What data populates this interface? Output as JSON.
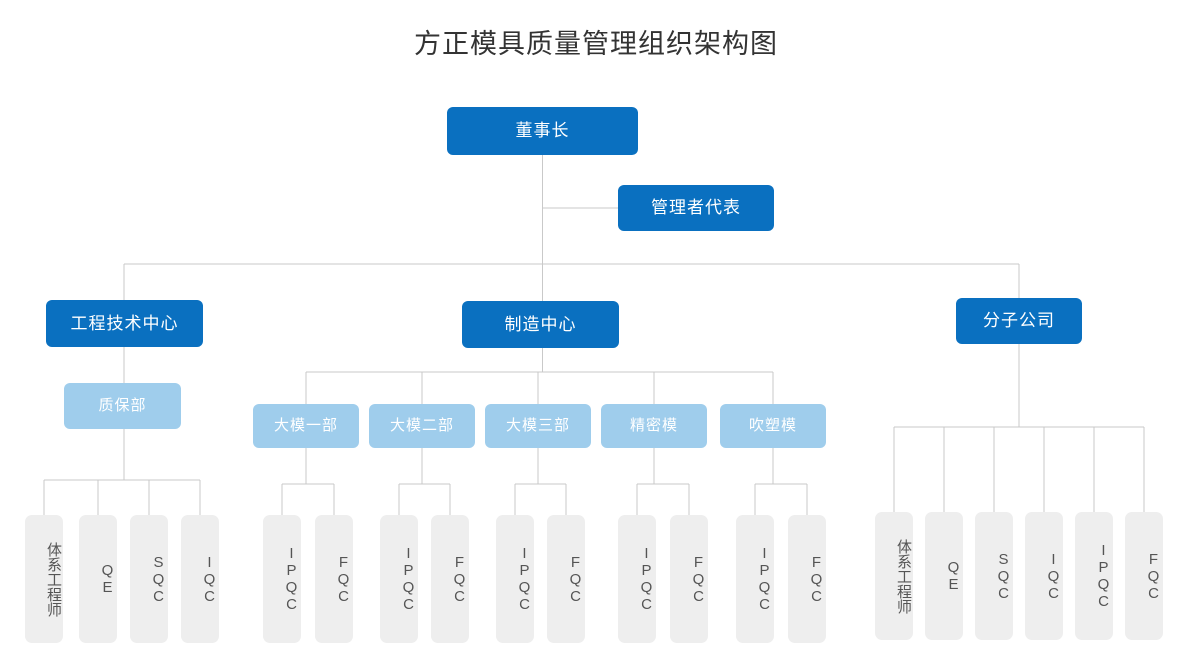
{
  "title": "方正模具质量管理组织架构图",
  "colors": {
    "primary_blue": "#0a70c0",
    "light_blue": "#9fcdec",
    "leaf_gray": "#eeeeee",
    "connector": "#c9c9c9",
    "title_text": "#333333",
    "leaf_text": "#555555",
    "box_text": "#ffffff",
    "background": "#ffffff"
  },
  "root": {
    "label": "董事长"
  },
  "aside": {
    "label": "管理者代表"
  },
  "branches": [
    {
      "label": "工程技术中心",
      "children": [
        {
          "label": "质保部",
          "children": [
            {
              "label": "体系工程师"
            },
            {
              "label": "QE"
            },
            {
              "label": "SQC"
            },
            {
              "label": "IQC"
            }
          ]
        }
      ]
    },
    {
      "label": "制造中心",
      "children": [
        {
          "label": "大模一部",
          "children": [
            {
              "label": "IPQC"
            },
            {
              "label": "FQC"
            }
          ]
        },
        {
          "label": "大模二部",
          "children": [
            {
              "label": "IPQC"
            },
            {
              "label": "FQC"
            }
          ]
        },
        {
          "label": "大模三部",
          "children": [
            {
              "label": "IPQC"
            },
            {
              "label": "FQC"
            }
          ]
        },
        {
          "label": "精密模",
          "children": [
            {
              "label": "IPQC"
            },
            {
              "label": "FQC"
            }
          ]
        },
        {
          "label": "吹塑模",
          "children": [
            {
              "label": "IPQC"
            },
            {
              "label": "FQC"
            }
          ]
        }
      ]
    },
    {
      "label": "分子公司",
      "children": [],
      "leaves": [
        {
          "label": "体系工程师"
        },
        {
          "label": "QE"
        },
        {
          "label": "SQC"
        },
        {
          "label": "IQC"
        },
        {
          "label": "IPQC"
        },
        {
          "label": "FQC"
        }
      ]
    }
  ]
}
